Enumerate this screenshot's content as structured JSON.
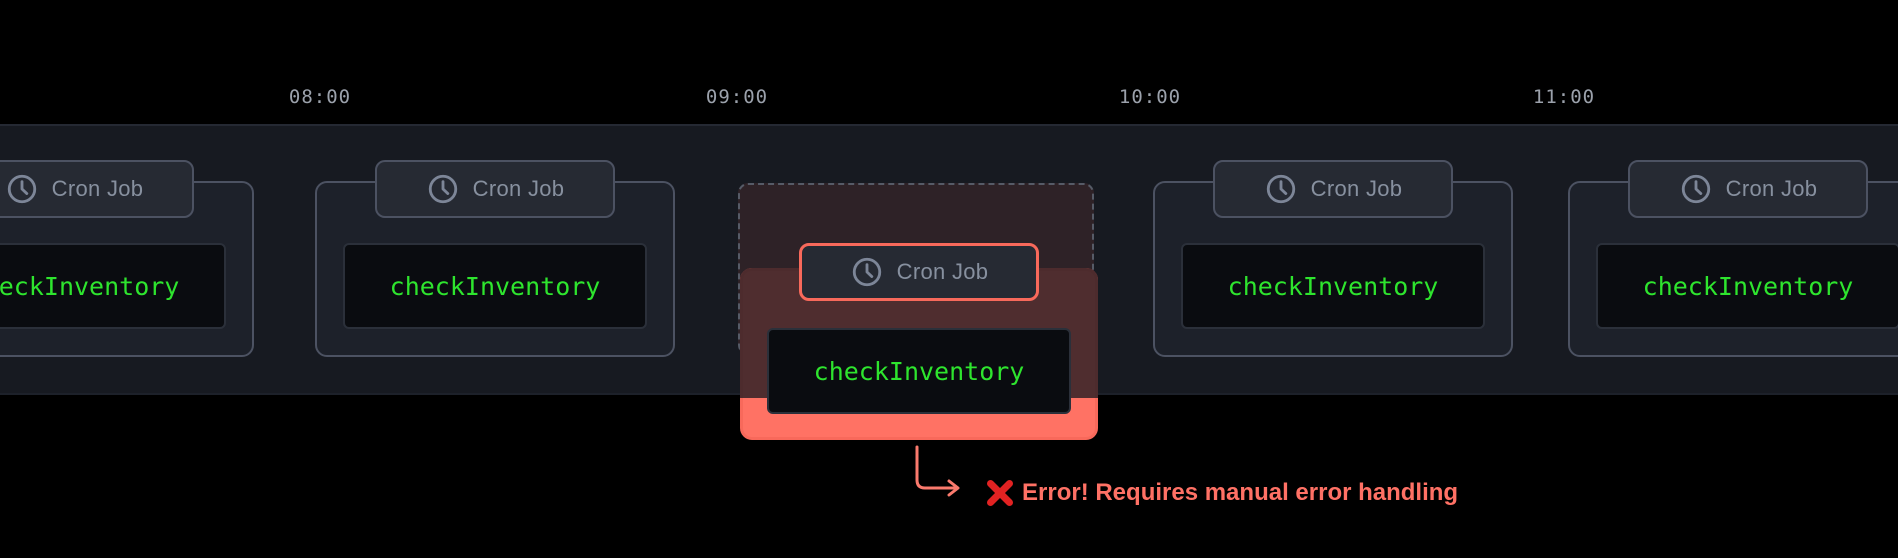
{
  "timeline": {
    "times": [
      "08:00",
      "09:00",
      "10:00",
      "11:00"
    ]
  },
  "cards": [
    {
      "badge": "Cron Job",
      "code": "checkInventory",
      "status": "ok"
    },
    {
      "badge": "Cron Job",
      "code": "checkInventory",
      "status": "ok"
    },
    {
      "badge": "Cron Job",
      "code": "checkInventory",
      "status": "error"
    },
    {
      "badge": "Cron Job",
      "code": "checkInventory",
      "status": "ok"
    },
    {
      "badge": "Cron Job",
      "code": "checkInventory",
      "status": "ok"
    }
  ],
  "error": {
    "icon": "cross-mark",
    "message": "Error! Requires manual error handling"
  },
  "icons": {
    "badge_icon": "clock"
  },
  "colors": {
    "background": "#000000",
    "strip_bg": "#171a21",
    "card_bg": "#1d212a",
    "card_border": "#4c5262",
    "badge_text": "#87909f",
    "code_bg": "#0a0c10",
    "code_green": "#2ee52e",
    "time_label": "#9ba1ab",
    "error_accent": "#ff7264",
    "error_border": "#f8695b",
    "error_text": "#ff7165",
    "error_x_red": "#e22222"
  }
}
